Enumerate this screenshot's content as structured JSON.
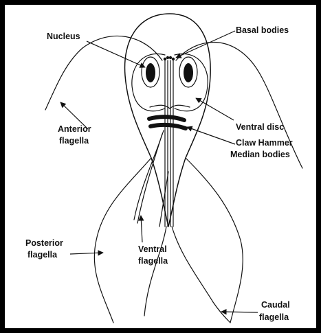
{
  "labels": {
    "nucleus": "Nucleus",
    "basal_bodies": "Basal bodies",
    "anterior_line1": "Anterior",
    "anterior_line2": "flagella",
    "ventral_disc": "Ventral disc",
    "claw_line1": "Claw Hammer",
    "claw_line2": "Median bodies",
    "posterior_line1": "Posterior",
    "posterior_line2": "flagella",
    "ventral_flag_line1": "Ventral",
    "ventral_flag_line2": "flagella",
    "caudal_line1": "Caudal",
    "caudal_line2": "flagella"
  },
  "colors": {
    "border": "#000000",
    "ink": "#111111",
    "background": "#ffffff"
  }
}
